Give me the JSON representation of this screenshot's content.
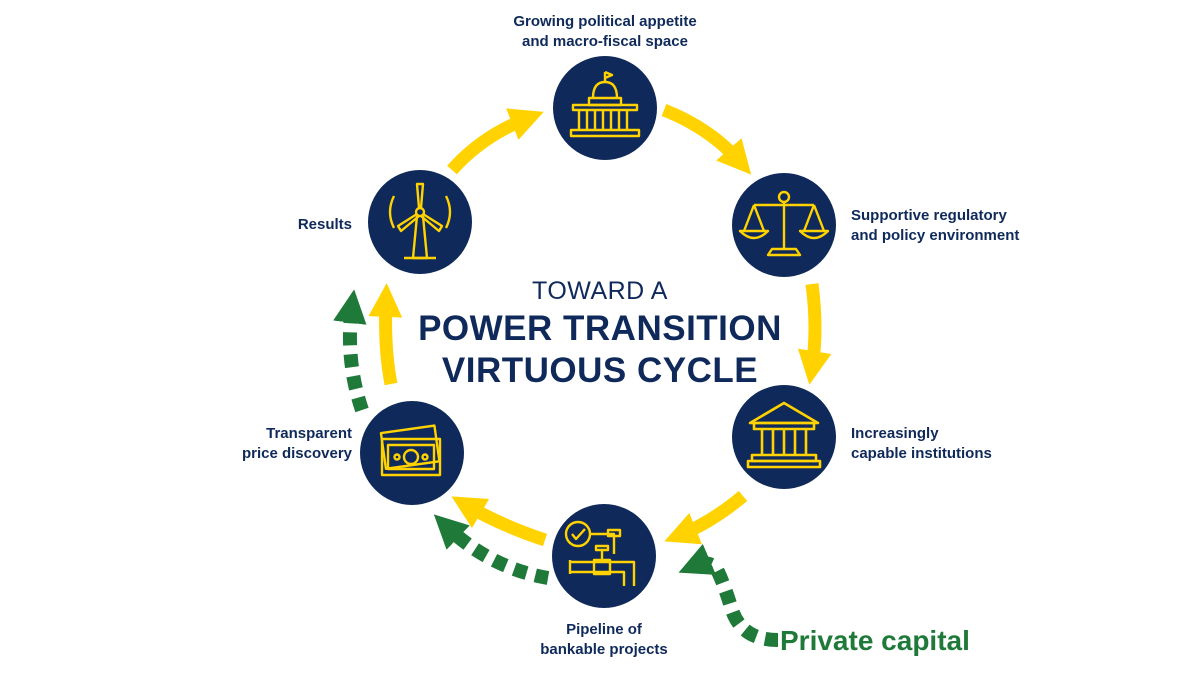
{
  "title": {
    "line1": "TOWARD A",
    "line2": "POWER  TRANSITION",
    "line3": "VIRTUOUS CYCLE"
  },
  "nodes": [
    {
      "id": "political",
      "icon": "capitol-building-icon",
      "lines": [
        "Growing political appetite",
        "and macro-fiscal space"
      ]
    },
    {
      "id": "regulatory",
      "icon": "balance-scale-icon",
      "lines": [
        "Supportive regulatory",
        "and policy environment"
      ]
    },
    {
      "id": "institutions",
      "icon": "institution-building-icon",
      "lines": [
        "Increasingly",
        "capable institutions"
      ]
    },
    {
      "id": "pipeline",
      "icon": "pipeline-valve-icon",
      "lines": [
        "Pipeline of",
        "bankable projects"
      ]
    },
    {
      "id": "price",
      "icon": "banknotes-icon",
      "lines": [
        "Transparent",
        "price discovery"
      ]
    },
    {
      "id": "results",
      "icon": "wind-turbine-icon",
      "lines": [
        "Results"
      ]
    }
  ],
  "private_capital": "Private capital",
  "colors": {
    "navy": "#0f2a5a",
    "yellow": "#ffd200",
    "green": "#1f7a3a",
    "background": "#ffffff"
  }
}
